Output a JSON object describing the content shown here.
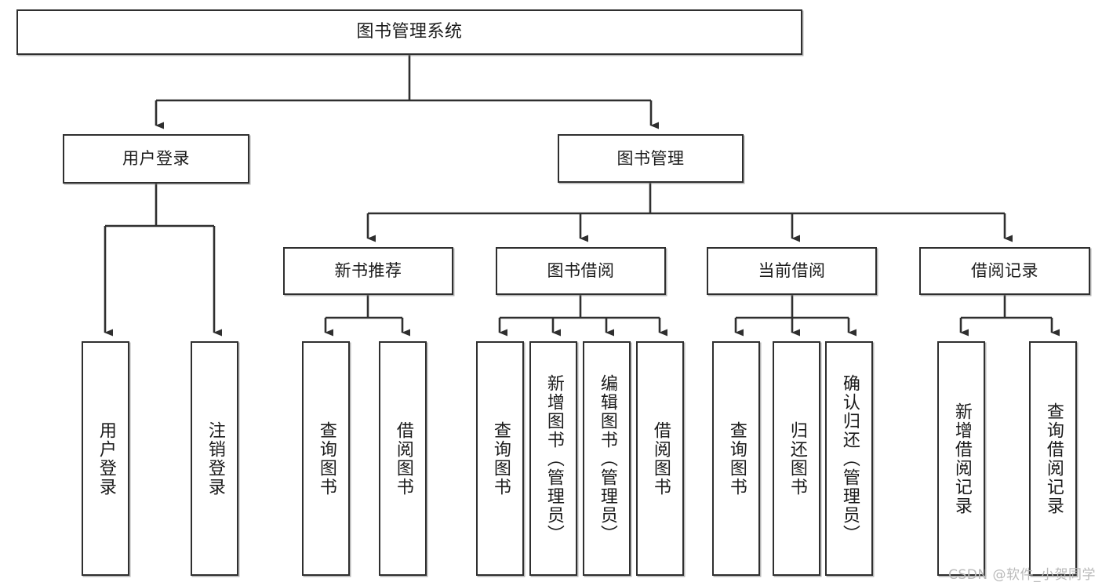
{
  "diagram": {
    "title": "图书管理系统",
    "type": "tree",
    "watermark": "CSDN @软件_小贺同学",
    "stroke_color": "#2f2f2f",
    "fill_color": "#ffffff",
    "text_color": "#1a1a1a"
  },
  "nodes": {
    "root": {
      "label": "图书管理系统"
    },
    "level1": [
      {
        "label": "用户登录"
      },
      {
        "label": "图书管理"
      }
    ],
    "level2": [
      {
        "label": "新书推荐"
      },
      {
        "label": "图书借阅"
      },
      {
        "label": "当前借阅"
      },
      {
        "label": "借阅记录"
      }
    ],
    "leaves": [
      {
        "label": "用户登录"
      },
      {
        "label": "注销登录"
      },
      {
        "label": "查询图书"
      },
      {
        "label": "借阅图书"
      },
      {
        "label": "查询图书"
      },
      {
        "label": "新增图书（管理员）"
      },
      {
        "label": "编辑图书（管理员）"
      },
      {
        "label": "借阅图书"
      },
      {
        "label": "查询图书"
      },
      {
        "label": "归还图书"
      },
      {
        "label": "确认归还（管理员）"
      },
      {
        "label": "新增借阅记录"
      },
      {
        "label": "查询借阅记录"
      }
    ]
  },
  "chart_data": {
    "type": "tree",
    "title": "图书管理系统",
    "root": "图书管理系统",
    "edges": [
      [
        "图书管理系统",
        "用户登录"
      ],
      [
        "图书管理系统",
        "图书管理"
      ],
      [
        "用户登录",
        "用户登录"
      ],
      [
        "用户登录",
        "注销登录"
      ],
      [
        "图书管理",
        "新书推荐"
      ],
      [
        "图书管理",
        "图书借阅"
      ],
      [
        "图书管理",
        "当前借阅"
      ],
      [
        "图书管理",
        "借阅记录"
      ],
      [
        "新书推荐",
        "查询图书"
      ],
      [
        "新书推荐",
        "借阅图书"
      ],
      [
        "图书借阅",
        "查询图书"
      ],
      [
        "图书借阅",
        "新增图书（管理员）"
      ],
      [
        "图书借阅",
        "编辑图书（管理员）"
      ],
      [
        "图书借阅",
        "借阅图书"
      ],
      [
        "当前借阅",
        "查询图书"
      ],
      [
        "当前借阅",
        "归还图书"
      ],
      [
        "当前借阅",
        "确认归还（管理员）"
      ],
      [
        "借阅记录",
        "新增借阅记录"
      ],
      [
        "借阅记录",
        "查询借阅记录"
      ]
    ]
  }
}
